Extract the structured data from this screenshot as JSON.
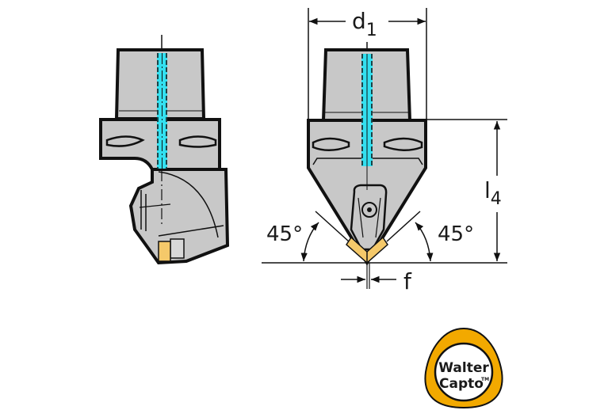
{
  "diagram": {
    "type": "technical-drawing",
    "subject": "Capto turning tool holder",
    "views": [
      "side-view",
      "front-view"
    ]
  },
  "dimensions": {
    "d1": {
      "main": "d",
      "sub": "1"
    },
    "l4": {
      "main": "l",
      "sub": "4"
    },
    "f": {
      "main": "f"
    },
    "angle_left": "45°",
    "angle_right": "45°"
  },
  "logo": {
    "line1": "Walter",
    "line2": "Capto",
    "tm": "TM"
  },
  "colors": {
    "body_fill": "#c8c8c8",
    "outline": "#111111",
    "coolant": "#33e0f0",
    "insert": "#f5c96a",
    "logo_ring": "#f2a900"
  }
}
